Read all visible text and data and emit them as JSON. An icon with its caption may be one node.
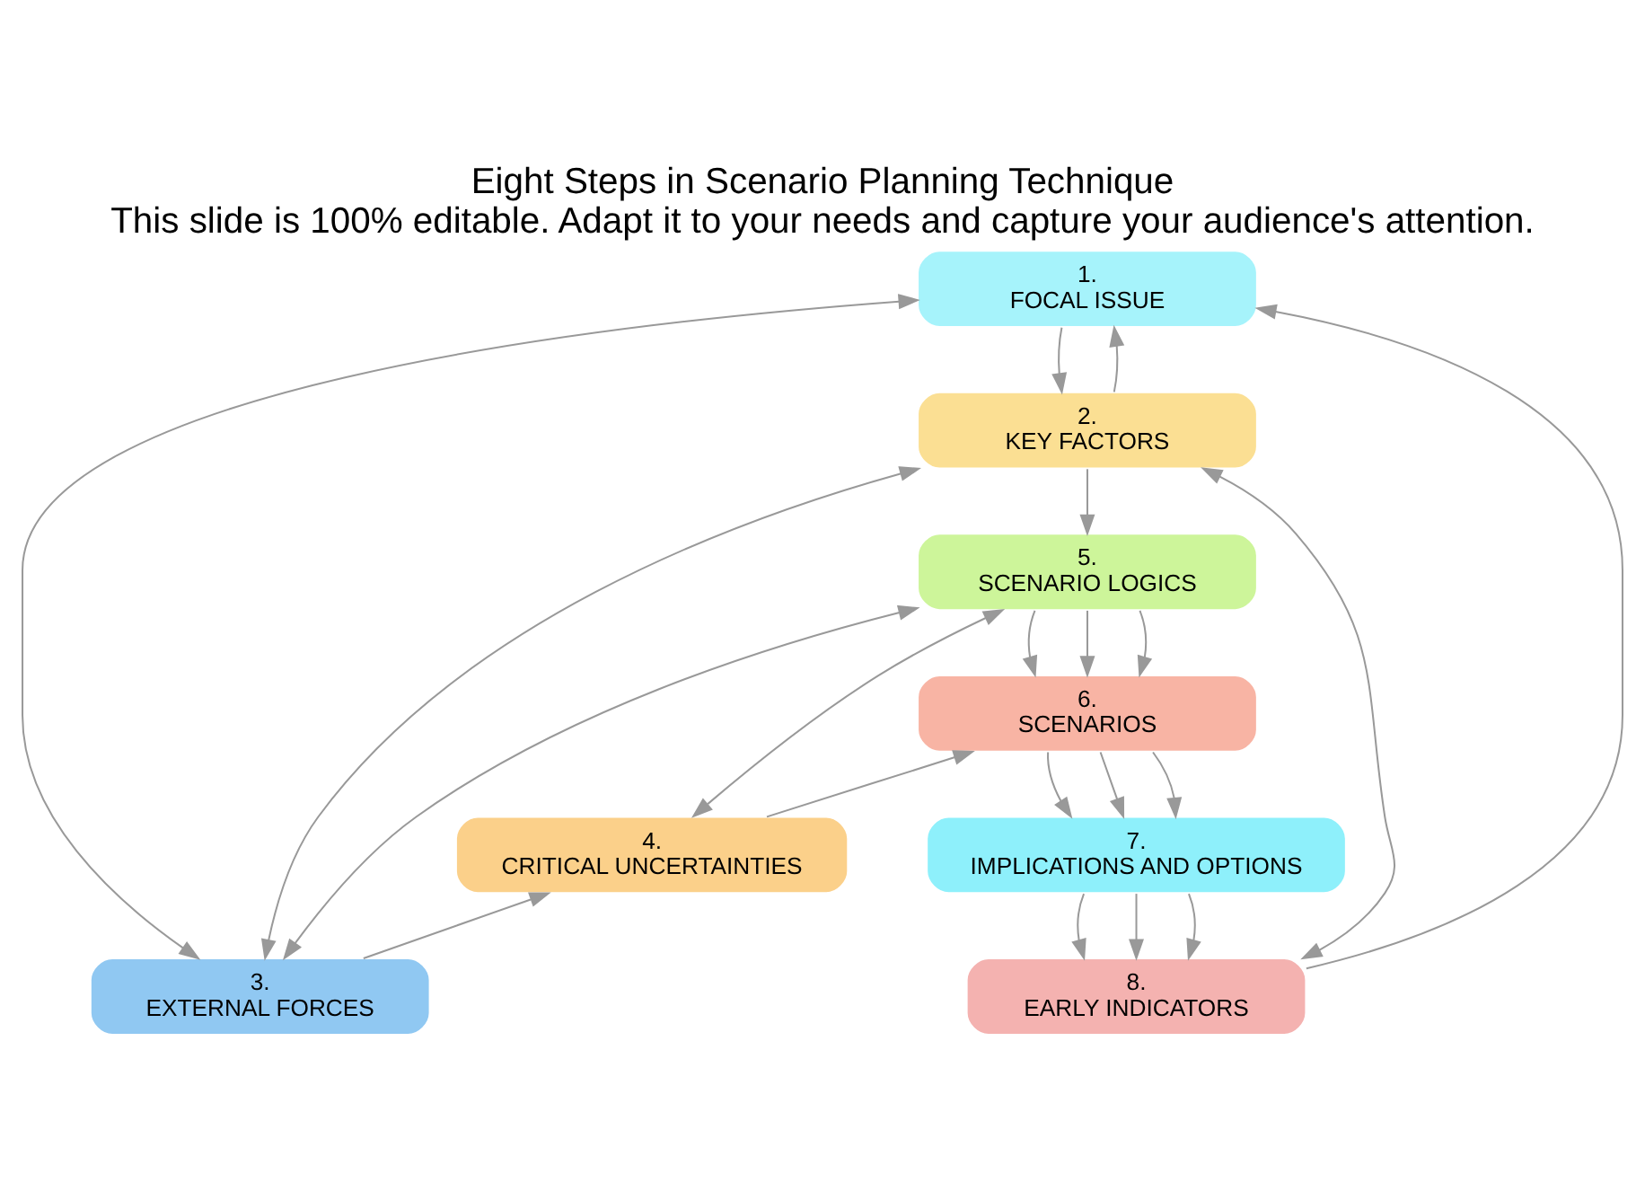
{
  "diagram": {
    "title": "Eight Steps in Scenario Planning Technique",
    "caption": "This slide is 100% editable. Adapt it to your needs and capture your audience's attention.",
    "nodes": [
      {
        "text": [
          "1.",
          "FOCAL ISSUE"
        ]
      },
      {
        "text": [
          "2.",
          "KEY FACTORS"
        ]
      },
      {
        "text": [
          "3.",
          "EXTERNAL FORCES"
        ]
      },
      {
        "text": [
          "4.",
          "CRITICAL UNCERTAINTIES"
        ]
      },
      {
        "text": [
          "5.",
          "SCENARIO LOGICS"
        ]
      },
      {
        "text": [
          "6.",
          "SCENARIOS"
        ]
      },
      {
        "text": [
          "7.",
          "IMPLICATIONS AND OPTIONS"
        ]
      },
      {
        "text": [
          "8.",
          "EARLY INDICATORS"
        ]
      }
    ],
    "edges": [
      {
        "from": 0,
        "to": 2,
        "arrow": "both"
      },
      {
        "from": 0,
        "to": 1,
        "arrow": "to"
      },
      {
        "from": 1,
        "to": 0,
        "arrow": "to"
      },
      {
        "from": 1,
        "to": 2,
        "arrow": "both"
      },
      {
        "from": 1,
        "to": 7,
        "arrow": "both"
      },
      {
        "from": 1,
        "to": 4,
        "arrow": "to"
      },
      {
        "from": 2,
        "to": 4,
        "arrow": "both"
      },
      {
        "from": 2,
        "to": 3,
        "arrow": "to"
      },
      {
        "from": 3,
        "to": 4,
        "arrow": "both"
      },
      {
        "from": 3,
        "to": 5,
        "arrow": "to"
      },
      {
        "from": 4,
        "to": 5,
        "arrow": "to"
      },
      {
        "from": 4,
        "to": 5,
        "arrow": "to"
      },
      {
        "from": 4,
        "to": 5,
        "arrow": "to"
      },
      {
        "from": 5,
        "to": 6,
        "arrow": "to"
      },
      {
        "from": 5,
        "to": 6,
        "arrow": "to"
      },
      {
        "from": 5,
        "to": 6,
        "arrow": "to"
      },
      {
        "from": 6,
        "to": 7,
        "arrow": "to"
      },
      {
        "from": 6,
        "to": 7,
        "arrow": "to"
      },
      {
        "from": 6,
        "to": 7,
        "arrow": "to"
      },
      {
        "from": 7,
        "to": 0,
        "arrow": "to"
      }
    ]
  }
}
